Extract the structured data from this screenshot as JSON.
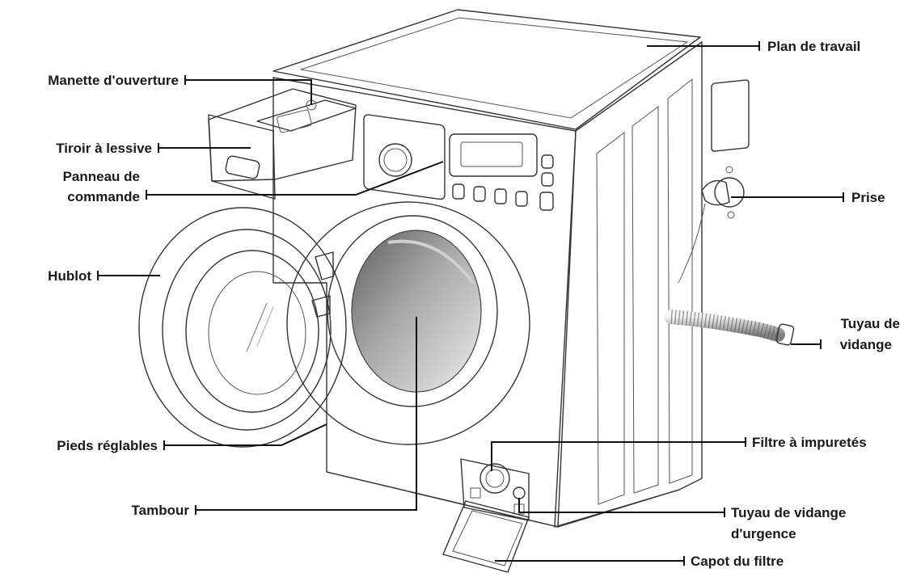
{
  "labels": {
    "plan_de_travail": "Plan de travail",
    "manette_ouverture": "Manette d'ouverture",
    "tiroir_lessive": "Tiroir à lessive",
    "panneau_line1": "Panneau de",
    "panneau_line2": "commande",
    "prise": "Prise",
    "hublot": "Hublot",
    "tuyau_vidange_line1": "Tuyau de",
    "tuyau_vidange_line2": "vidange",
    "pieds_reglables": "Pieds réglables",
    "filtre_impuretes": "Filtre à impuretés",
    "tambour": "Tambour",
    "tuyau_urgence_line1": "Tuyau de vidange",
    "tuyau_urgence_line2": "d'urgence",
    "capot_filtre": "Capot du filtre"
  },
  "colors": {
    "label_text": "#1a1a1a",
    "leader_line": "#111111",
    "drum_dark": "#8a8a8a",
    "drum_light": "#e6e6e6"
  }
}
